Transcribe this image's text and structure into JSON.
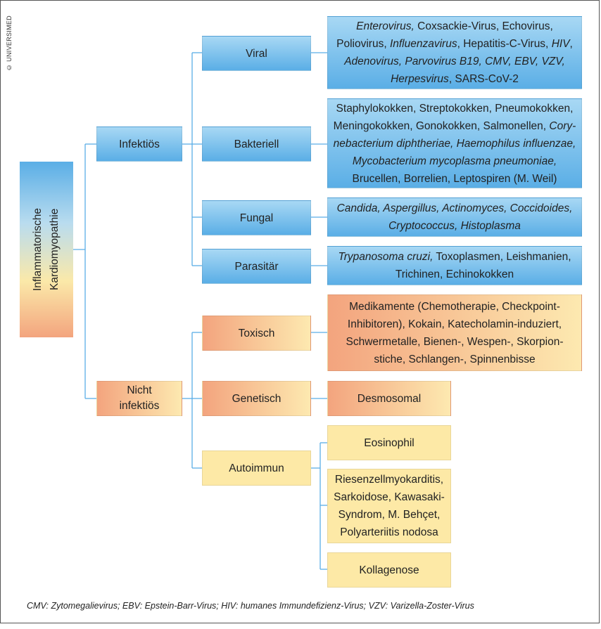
{
  "copyright": "© UNIVERSIMED",
  "root": [
    "Inflammatorische",
    "Kardiomyopathie"
  ],
  "level1": {
    "infektioes": "Infektiös",
    "nicht_infektioes": [
      "Nicht",
      "infektiös"
    ]
  },
  "level2": {
    "viral": "Viral",
    "bakteriell": "Bakteriell",
    "fungal": "Fungal",
    "parasitaer": "Parasitär",
    "toxisch": "Toxisch",
    "genetisch": "Genetisch",
    "autoimmun": "Autoimmun"
  },
  "details": {
    "viral": [
      [
        {
          "t": "Enterovirus,",
          "i": true
        },
        {
          "t": " Coxsackie-Virus, Echovirus,"
        }
      ],
      [
        {
          "t": "Poliovirus, "
        },
        {
          "t": "Influenzavirus",
          "i": true
        },
        {
          "t": ", Hepatitis-C-Virus, "
        },
        {
          "t": "HIV",
          "i": true
        },
        {
          "t": ","
        }
      ],
      [
        {
          "t": "Adenovirus, Parvovirus B19, CMV, EBV, VZV,",
          "i": true
        }
      ],
      [
        {
          "t": "Herpesvirus",
          "i": true
        },
        {
          "t": ", SARS-CoV-2"
        }
      ]
    ],
    "bakteriell": [
      [
        {
          "t": "Staphylokokken, Streptokokken, Pneumokokken,"
        }
      ],
      [
        {
          "t": "Meningokokken, Gonokokken, Salmonellen, "
        },
        {
          "t": "Cory-",
          "i": true
        }
      ],
      [
        {
          "t": "nebacterium diphtheriae, Haemophilus influenzae,",
          "i": true
        }
      ],
      [
        {
          "t": "Mycobacterium mycoplasma pneumoniae,",
          "i": true
        }
      ],
      [
        {
          "t": "Brucellen, Borrelien, Leptospiren (M. Weil)"
        }
      ]
    ],
    "fungal": [
      [
        {
          "t": "Candida, Aspergillus, Actinomyces, Coccidoides,",
          "i": true
        }
      ],
      [
        {
          "t": "Cryptococcus, Histoplasma",
          "i": true
        }
      ]
    ],
    "parasitaer": [
      [
        {
          "t": "Trypanosoma cruzi,",
          "i": true
        },
        {
          "t": " Toxoplasmen, Leishmanien,"
        }
      ],
      [
        {
          "t": "Trichinen, Echinokokken"
        }
      ]
    ],
    "toxisch": [
      [
        {
          "t": "Medikamente (Chemotherapie, Checkpoint-"
        }
      ],
      [
        {
          "t": "Inhibitoren), Kokain, Katecholamin-induziert,"
        }
      ],
      [
        {
          "t": "Schwermetalle, Bienen-, Wespen-, Skorpion-"
        }
      ],
      [
        {
          "t": "stiche, Schlangen-, Spinnenbisse"
        }
      ]
    ],
    "genetisch": [
      [
        {
          "t": "Desmosomal"
        }
      ]
    ],
    "eosinophil": [
      [
        {
          "t": "Eosinophil"
        }
      ]
    ],
    "riesenzell": [
      [
        {
          "t": "Riesenzellmyokarditis,"
        }
      ],
      [
        {
          "t": "Sarkoidose, Kawasaki-"
        }
      ],
      [
        {
          "t": "Syndrom, M. Behçet,"
        }
      ],
      [
        {
          "t": "Polyarteriitis nodosa"
        }
      ]
    ],
    "kollagenose": [
      [
        {
          "t": "Kollagenose"
        }
      ]
    ]
  },
  "footnote": "CMV: Zytomegalievirus; EBV: Epstein-Barr-Virus; HIV: humanes Immundefizienz-Virus; VZV: Varizella-Zoster-Virus",
  "colors": {
    "connector": "#5aaee6",
    "blue_top": "#a8d8f4",
    "blue_bottom": "#5aaee6",
    "salmon": "#f3a47e",
    "yellow": "#fde9a6"
  }
}
